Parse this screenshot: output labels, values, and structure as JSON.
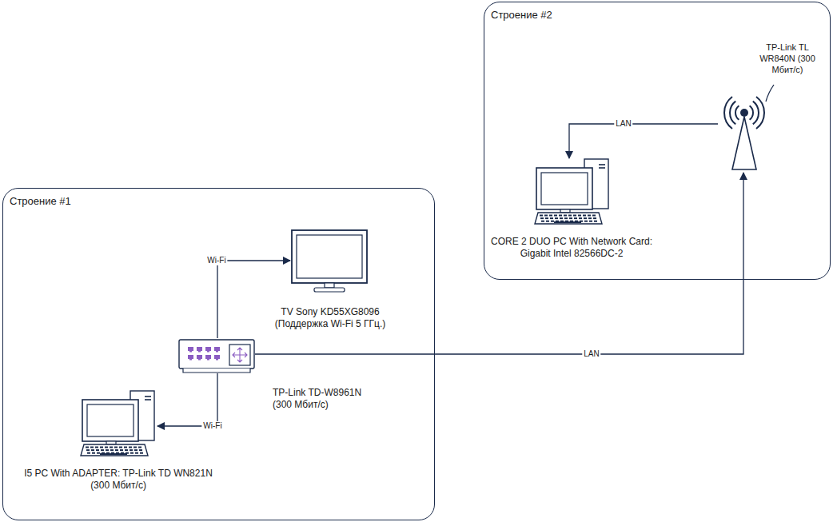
{
  "diagram": {
    "nodes": [
      {
        "text": [
          "Строение #2"
        ]
      },
      {
        "text": [
          "TP-Link TL WR840N (300 Мбит/с)"
        ],
        "in": 0
      },
      {
        "text": [
          "CORE 2 DUO PC With Network Card: Gigabit Intel 82566DC-2"
        ],
        "in": 0
      },
      {
        "text": [
          "Строение #1"
        ]
      },
      {
        "text": [
          "TV Sony KD55XG8096 (Поддержка Wi-Fi 5 ГГц.)"
        ],
        "in": 3
      },
      {
        "text": [
          "TP-Link TD-W8961N (300 Мбит/с)"
        ],
        "in": 3
      },
      {
        "text": [
          "I5 PC With ADAPTER: TP-Link TD WN821N (300 Мбит/с)"
        ],
        "in": 3
      }
    ],
    "edges": [
      {
        "from": 1,
        "to": 2,
        "label": "LAN",
        "arrow": "to"
      },
      {
        "from": 5,
        "to": 4,
        "label": "Wi-Fi",
        "arrow": "to"
      },
      {
        "from": 5,
        "to": 6,
        "label": "Wi-Fi",
        "arrow": "to"
      },
      {
        "from": 5,
        "to": 1,
        "label": "LAN",
        "arrow": "to"
      }
    ]
  }
}
